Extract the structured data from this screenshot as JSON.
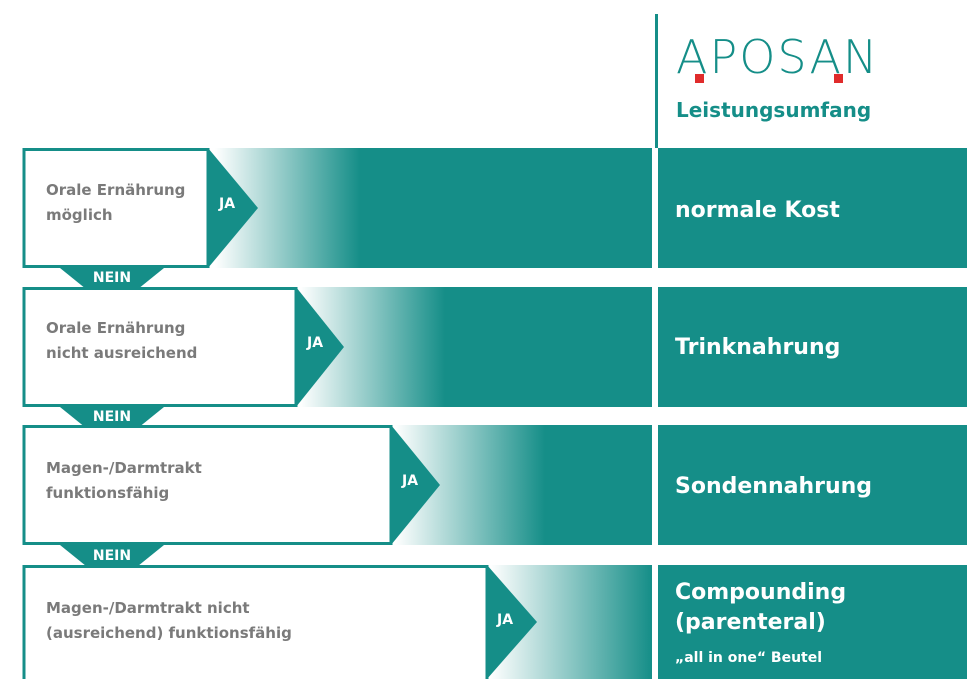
{
  "header": {
    "brand": "APOSAN",
    "subtitle": "Leistungsumfang"
  },
  "rows": [
    {
      "condition_line1": "Orale Ernährung",
      "condition_line2": "möglich",
      "yes_label": "JA",
      "no_label": "NEIN",
      "result": "normale Kost"
    },
    {
      "condition_line1": "Orale Ernährung",
      "condition_line2": "nicht ausreichend",
      "yes_label": "JA",
      "no_label": "NEIN",
      "result": "Trinknahrung"
    },
    {
      "condition_line1": "Magen-/Darmtrakt",
      "condition_line2": "funktionsfähig",
      "yes_label": "JA",
      "no_label": "NEIN",
      "result": "Sondennahrung"
    },
    {
      "condition_line1": "Magen-/Darmtrakt nicht",
      "condition_line2": "(ausreichend) funktionsfähig",
      "yes_label": "JA",
      "result_line1": "Compounding",
      "result_line2": "(parenteral)",
      "result_note": "„all in one“ Beutel"
    }
  ],
  "colors": {
    "teal": "#158e88",
    "accent_red": "#e02b2b",
    "condition_text": "#7a7a7a"
  }
}
